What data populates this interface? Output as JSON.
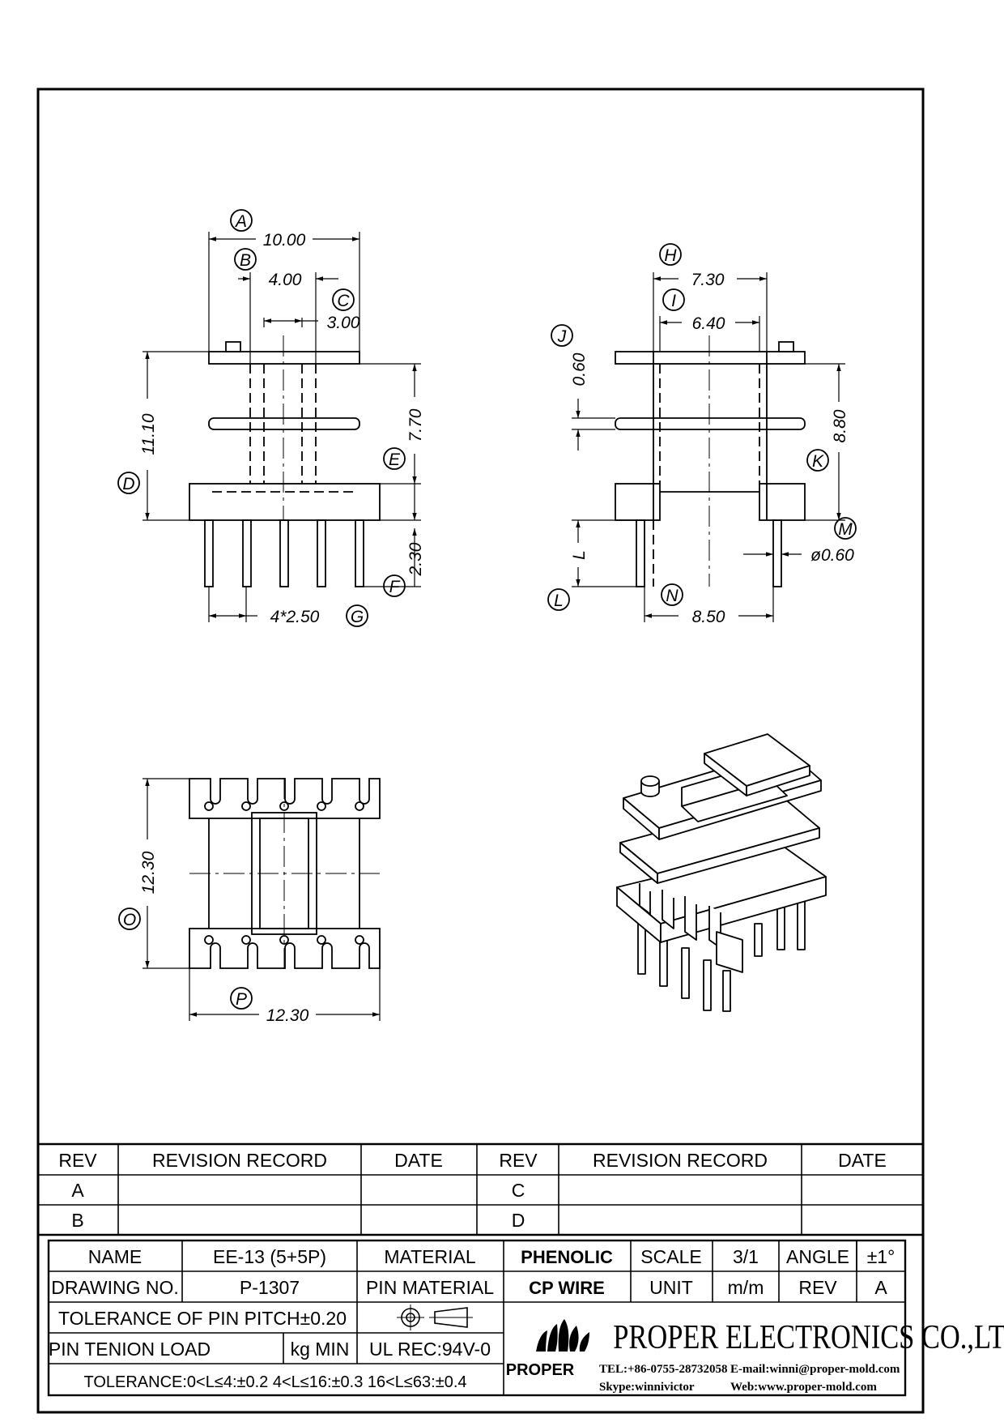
{
  "views": {
    "front": {
      "dims": {
        "A": {
          "label": "A",
          "value": "10.00"
        },
        "B": {
          "label": "B",
          "value": "4.00"
        },
        "C": {
          "label": "C",
          "value": "3.00"
        },
        "D": {
          "label": "D",
          "value": "11.10"
        },
        "E": {
          "label": "E",
          "value": "7.70"
        },
        "F": {
          "label": "F",
          "value": "2.30"
        },
        "G": {
          "label": "G",
          "value": "4*2.50"
        }
      }
    },
    "side": {
      "dims": {
        "H": {
          "label": "H",
          "value": "7.30"
        },
        "I": {
          "label": "I",
          "value": "6.40"
        },
        "J": {
          "label": "J",
          "value": "0.60"
        },
        "K": {
          "label": "K",
          "value": "8.80"
        },
        "L": {
          "label": "L",
          "value": "L"
        },
        "M": {
          "label": "M",
          "value": "ø0.60"
        },
        "N": {
          "label": "N",
          "value": "8.50"
        }
      }
    },
    "bottom": {
      "dims": {
        "O": {
          "label": "O",
          "value": "12.30"
        },
        "P": {
          "label": "P",
          "value": "12.30"
        }
      }
    }
  },
  "revision_table": {
    "headers": [
      "REV",
      "REVISION RECORD",
      "DATE",
      "REV",
      "REVISION RECORD",
      "DATE"
    ],
    "rows": [
      {
        "rev_left": "A",
        "rev_right": "C"
      },
      {
        "rev_left": "B",
        "rev_right": "D"
      }
    ]
  },
  "title_block": {
    "name_label": "NAME",
    "name_value": "EE-13 (5+5P)",
    "material_label": "MATERIAL",
    "material_value": "PHENOLIC",
    "scale_label": "SCALE",
    "scale_value": "3/1",
    "angle_label": "ANGLE",
    "angle_value": "±1°",
    "drawing_no_label": "DRAWING NO.",
    "drawing_no_value": "P-1307",
    "pin_material_label": "PIN MATERIAL",
    "pin_material_value": "CP WIRE",
    "unit_label": "UNIT",
    "unit_value": "m/m",
    "rev_label": "REV",
    "rev_value": "A",
    "pitch_tolerance": "TOLERANCE OF PIN PITCH±0.20",
    "pin_load_label": "PIN TENION LOAD",
    "pin_load_unit": "kg MIN",
    "ul_rec": "UL REC:94V-0",
    "tolerance_line": "TOLERANCE:0<L≤4:±0.2  4<L≤16:±0.3  16<L≤63:±0.4"
  },
  "company": {
    "name": "PROPER ELECTRONICS CO.,LTD",
    "logo_text": "PROPER",
    "tel": "TEL:+86-0755-28732058",
    "email": "E-mail:winni@proper-mold.com",
    "skype": "Skype:winnivictor",
    "web": "Web:www.proper-mold.com"
  }
}
